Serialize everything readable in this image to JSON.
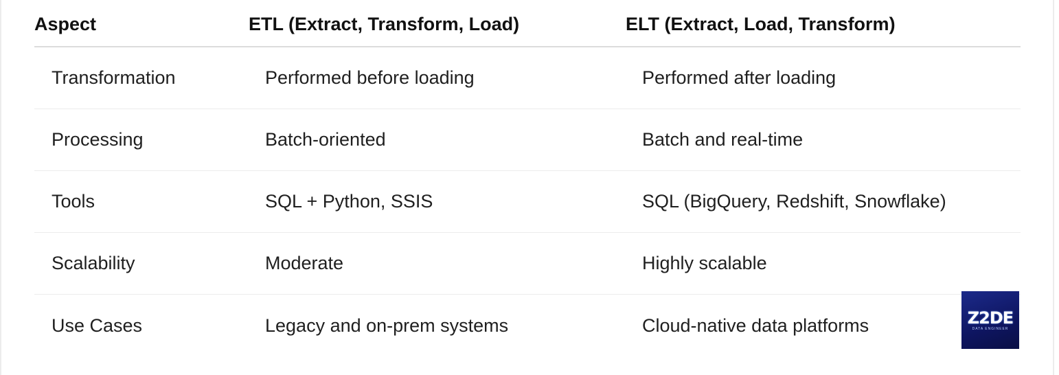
{
  "table": {
    "headers": [
      "Aspect",
      "ETL (Extract, Transform, Load)",
      "ELT (Extract, Load, Transform)"
    ],
    "rows": [
      [
        "Transformation",
        "Performed before loading",
        "Performed after loading"
      ],
      [
        "Processing",
        "Batch-oriented",
        "Batch and real-time"
      ],
      [
        "Tools",
        "SQL + Python, SSIS",
        "SQL (BigQuery, Redshift, Snowflake)"
      ],
      [
        "Scalability",
        "Moderate",
        "Highly scalable"
      ],
      [
        "Use Cases",
        "Legacy and on-prem systems",
        "Cloud-native data platforms"
      ]
    ]
  },
  "logo": {
    "mark": "Z2DE",
    "sub": "DATA ENGINEER",
    "bg_color": "#0e1560"
  }
}
